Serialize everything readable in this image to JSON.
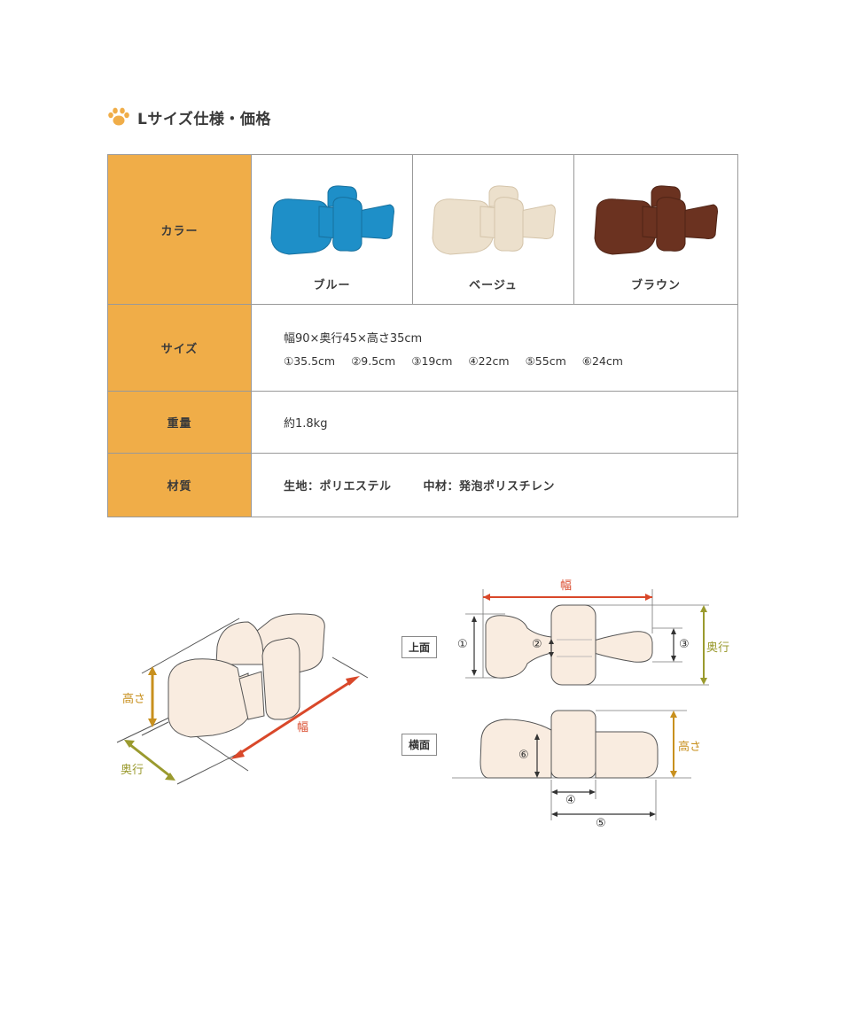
{
  "heading": {
    "icon": "paw-icon",
    "title": "Lサイズ仕様・価格",
    "icon_color": "#f0ad48"
  },
  "table": {
    "label_bg": "#f0ad48",
    "rows": {
      "color": {
        "label": "カラー",
        "options": [
          {
            "name": "ブルー",
            "hex": "#1e8fc8"
          },
          {
            "name": "ベージュ",
            "hex": "#ece0cc"
          },
          {
            "name": "ブラウン",
            "hex": "#6b3220"
          }
        ]
      },
      "size": {
        "label": "サイズ",
        "overall": "幅90×奥行45×高さ35cm",
        "parts": [
          "①35.5cm",
          "②9.5cm",
          "③19cm",
          "④22cm",
          "⑤55cm",
          "⑥24cm"
        ]
      },
      "weight": {
        "label": "重量",
        "value": "約1.8kg"
      },
      "material": {
        "label": "材質",
        "fabric": "生地：ポリエステル",
        "filling": "中材：発泡ポリスチレン"
      }
    }
  },
  "diagram": {
    "iso": {
      "height": "高さ",
      "width": "幅",
      "depth": "奥行"
    },
    "top_view": {
      "tag": "上面",
      "width": "幅",
      "depth": "奥行",
      "m1": "①",
      "m2": "②",
      "m3": "③"
    },
    "side_view": {
      "tag": "横面",
      "height": "高さ",
      "m4": "④",
      "m5": "⑤",
      "m6": "⑥"
    },
    "colors": {
      "width": "#d9482a",
      "height": "#c8901e",
      "depth": "#9a9a2e",
      "fill": "#f9ece0"
    }
  }
}
